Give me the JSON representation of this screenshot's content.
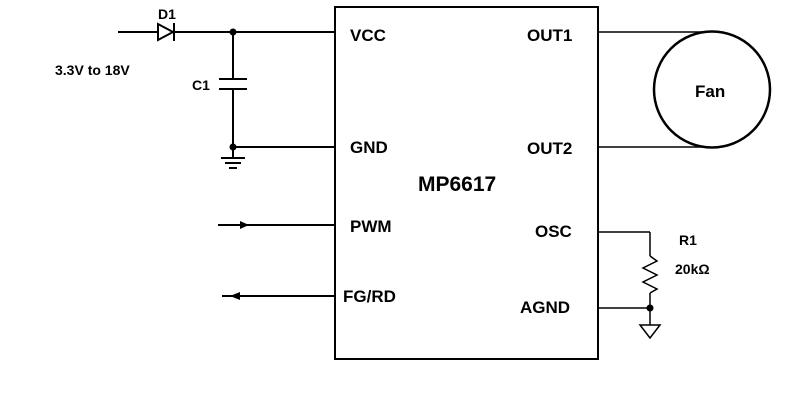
{
  "chip": {
    "name": "MP6617",
    "pins": {
      "vcc": "VCC",
      "gnd": "GND",
      "pwm": "PWM",
      "fgrd": "FG/RD",
      "out1": "OUT1",
      "out2": "OUT2",
      "osc": "OSC",
      "agnd": "AGND"
    }
  },
  "components": {
    "diode": "D1",
    "capacitor": "C1",
    "resistor": "R1",
    "resistor_value": "20kΩ",
    "fan": "Fan"
  },
  "supply": {
    "range": "3.3V to 18V"
  }
}
